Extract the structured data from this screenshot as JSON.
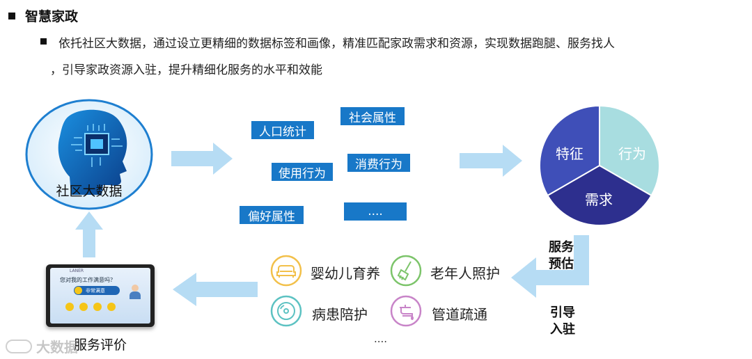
{
  "heading": "智慧家政",
  "description_line1": "依托社区大数据，通过设立更精细的数据标签和画像，精准匹配家政需求和资源，实现数据跑腿、服务找人",
  "description_line2": "，引导家政资源入驻，提升精细化服务的水平和效能",
  "source": {
    "label": "社区大数据"
  },
  "tags": [
    "社会属性",
    "人口统计",
    "使用行为",
    "消费行为",
    "偏好属性",
    "...."
  ],
  "pie": {
    "segments": [
      {
        "label": "特征",
        "color": "#3f4fb8"
      },
      {
        "label": "行为",
        "color": "#a8dde0"
      },
      {
        "label": "需求",
        "color": "#2d2f8e"
      }
    ]
  },
  "flow_labels": {
    "service_estimate": [
      "服务",
      "预估"
    ],
    "guide_enter": [
      "引导",
      "入驻"
    ]
  },
  "services": [
    "婴幼儿育养",
    "老年人照护",
    "病患陪护",
    "管道疏通"
  ],
  "services_more": "....",
  "evaluation": {
    "label": "服务评价",
    "screen_header": "LANER",
    "question": "您对我的工作满意吗？",
    "selected": "非常满意"
  },
  "watermark": "大数据"
}
